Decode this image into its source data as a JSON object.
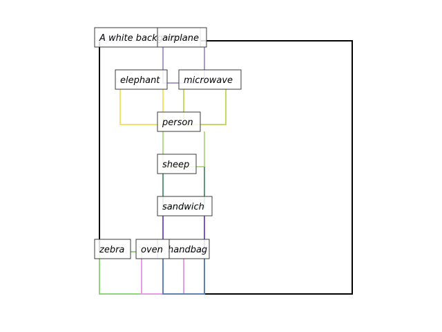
{
  "diagram": {
    "frame_color": "#000000",
    "nodes": [
      {
        "id": "caption",
        "label": "A white backgroun"
      },
      {
        "id": "airplane",
        "label": "airplane"
      },
      {
        "id": "elephant",
        "label": "elephant"
      },
      {
        "id": "microwave",
        "label": "microwave"
      },
      {
        "id": "person",
        "label": "person"
      },
      {
        "id": "sheep",
        "label": "sheep"
      },
      {
        "id": "sandwich",
        "label": "sandwich"
      },
      {
        "id": "zebra",
        "label": "zebra"
      },
      {
        "id": "oven",
        "label": "oven"
      },
      {
        "id": "handbag",
        "label": "handbag"
      }
    ],
    "edges": [
      {
        "from": "caption",
        "to": "airplane",
        "color": "#b8b8e8"
      },
      {
        "from": "airplane",
        "to": "elephant",
        "color": "#a39ad8"
      },
      {
        "from": "airplane",
        "to": "microwave",
        "color": "#a39ad8"
      },
      {
        "from": "elephant",
        "to": "person",
        "color": "#f2e36b"
      },
      {
        "from": "microwave",
        "to": "person",
        "color": "#c8d860"
      },
      {
        "from": "person",
        "to": "sheep",
        "color": "#b5dc8a"
      },
      {
        "from": "sheep",
        "to": "sandwich",
        "color": "#5e9a78"
      },
      {
        "from": "sandwich",
        "to": "handbag",
        "color": "#7b55c8"
      },
      {
        "from": "zebra",
        "to": "oven",
        "color": "#8ed67a"
      },
      {
        "from": "oven",
        "to": "handbag",
        "color": "#e69ae8"
      },
      {
        "from": "handbag",
        "to": "sandwich",
        "color": "#5a82b4"
      }
    ]
  }
}
